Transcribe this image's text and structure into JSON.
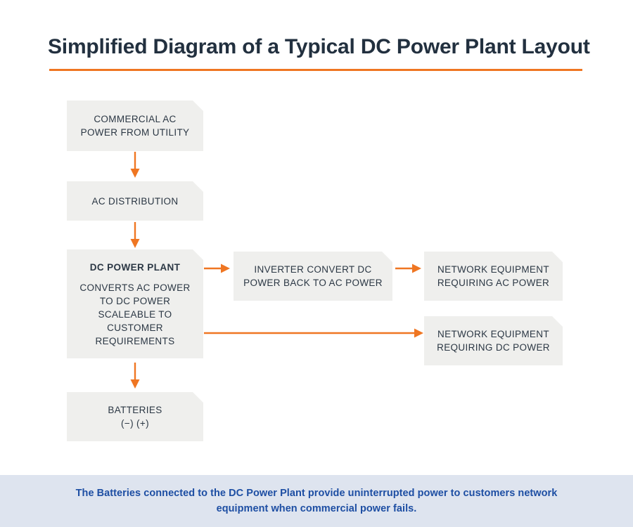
{
  "header": {
    "title": "Simplified Diagram of a Typical DC Power Plant Layout",
    "rule_color": "#ef7622"
  },
  "theme": {
    "box_fill": "#efefed",
    "box_text": "#2b3744",
    "arrow_color": "#ef7622",
    "title_color": "#22303f",
    "footer_bg": "#dee4ef",
    "footer_text_color": "#1d4ea3",
    "page_bg": "#ffffff"
  },
  "diagram": {
    "type": "flowchart",
    "nodes": [
      {
        "id": "commercial-ac",
        "lines": [
          "COMMERCIAL AC",
          "POWER FROM UTILITY"
        ],
        "bold": false
      },
      {
        "id": "ac-distribution",
        "lines": [
          "AC DISTRIBUTION"
        ],
        "bold": false
      },
      {
        "id": "dc-power-plant",
        "heading": "DC POWER PLANT",
        "lines": [
          "CONVERTS AC POWER",
          "TO DC POWER",
          "SCALEABLE TO",
          "CUSTOMER",
          "REQUIREMENTS"
        ],
        "bold": true
      },
      {
        "id": "inverter",
        "lines": [
          "INVERTER CONVERT DC",
          "POWER BACK TO AC POWER"
        ],
        "bold": false
      },
      {
        "id": "network-equipment-ac",
        "lines": [
          "NETWORK EQUIPMENT",
          "REQUIRING AC POWER"
        ],
        "bold": false
      },
      {
        "id": "network-equipment-dc",
        "lines": [
          "NETWORK EQUIPMENT",
          "REQUIRING DC POWER"
        ],
        "bold": false
      },
      {
        "id": "batteries",
        "lines": [
          "BATTERIES",
          "(−)  (+)"
        ],
        "bold": false
      }
    ],
    "edges": [
      {
        "id": "ac-to-distribution",
        "from": "commercial-ac",
        "to": "ac-distribution",
        "direction": "down"
      },
      {
        "id": "distribution-to-plant",
        "from": "ac-distribution",
        "to": "dc-power-plant",
        "direction": "down"
      },
      {
        "id": "plant-to-batteries",
        "from": "dc-power-plant",
        "to": "batteries",
        "direction": "down"
      },
      {
        "id": "plant-to-inverter",
        "from": "dc-power-plant",
        "to": "inverter",
        "direction": "right"
      },
      {
        "id": "inverter-to-network-ac",
        "from": "inverter",
        "to": "network-equipment-ac",
        "direction": "right"
      },
      {
        "id": "plant-to-network-dc",
        "from": "dc-power-plant",
        "to": "network-equipment-dc",
        "direction": "right"
      }
    ]
  },
  "nodes_text": {
    "commercial_ac": {
      "line1": "COMMERCIAL AC",
      "line2": "POWER FROM UTILITY"
    },
    "ac_distribution": {
      "line1": "AC DISTRIBUTION"
    },
    "dc_power_plant": {
      "heading": "DC POWER PLANT",
      "line1": "CONVERTS AC POWER",
      "line2": "TO DC POWER",
      "line3": "SCALEABLE TO",
      "line4": "CUSTOMER",
      "line5": "REQUIREMENTS"
    },
    "inverter": {
      "line1": "INVERTER CONVERT DC",
      "line2": "POWER BACK TO AC POWER"
    },
    "network_equipment_ac": {
      "line1": "NETWORK EQUIPMENT",
      "line2": "REQUIRING AC POWER"
    },
    "network_equipment_dc": {
      "line1": "NETWORK EQUIPMENT",
      "line2": "REQUIRING DC POWER"
    },
    "batteries": {
      "line1": "BATTERIES",
      "line2": "(−)  (+)"
    }
  },
  "footer": {
    "line1": "The Batteries connected to the DC Power Plant provide uninterrupted power to",
    "line2": "customers network equipment when commercial power fails."
  }
}
